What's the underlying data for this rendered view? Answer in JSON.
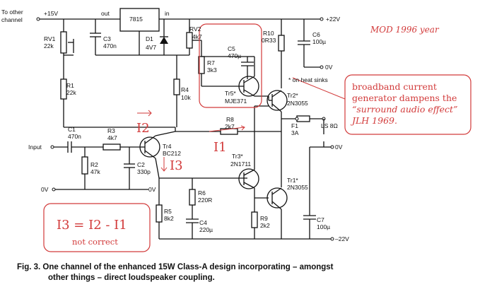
{
  "caption": {
    "line1": "Fig. 3. One channel of the enhanced 15W Class-A design incorporating  – amongst",
    "line2": "other things – direct loudspeaker coupling."
  },
  "annotations": {
    "mod": "MOD 1996 year",
    "note": [
      "broadband current",
      "generator dampens the",
      "“surround audio effect”",
      "JLH 1969."
    ],
    "i1": "I1",
    "i2": "I2",
    "i3": "I3",
    "formula": "I3 = I2 - I1",
    "not_correct": "not correct"
  },
  "schematic": {
    "rails": {
      "pos": "+22V",
      "neg": "–22V",
      "zero_top": "0V",
      "zero_out": "0V",
      "plus15": "+15V"
    },
    "to_other": [
      "To other",
      "channel"
    ],
    "regulator": {
      "name": "7815",
      "out": "out",
      "in": "in"
    },
    "input": "Input",
    "zero_in": "0V",
    "zero_mid": "0V",
    "heat_sink_note": "* on heat sinks",
    "speaker": "LS 8Ω",
    "fuse": [
      "F1",
      "3A"
    ],
    "components": [
      {
        "ref": "RV1",
        "val": "22k"
      },
      {
        "ref": "C3",
        "val": "470n"
      },
      {
        "ref": "D1",
        "val": "4V7"
      },
      {
        "ref": "RV2",
        "val": "4k7"
      },
      {
        "ref": "R10",
        "val": "0R33"
      },
      {
        "ref": "C6",
        "val": "100µ"
      },
      {
        "ref": "C5",
        "val": "470µ"
      },
      {
        "ref": "R7",
        "val": "3k3"
      },
      {
        "ref": "R4",
        "val": "10k"
      },
      {
        "ref": "R1",
        "val": "22k"
      },
      {
        "ref": "Tr5*",
        "val": "MJE371"
      },
      {
        "ref": "Tr2*",
        "val": "2N3055"
      },
      {
        "ref": "C1",
        "val": "470n"
      },
      {
        "ref": "R3",
        "val": "4k7"
      },
      {
        "ref": "Tr4",
        "val": "BC212"
      },
      {
        "ref": "R2",
        "val": "47k"
      },
      {
        "ref": "C2",
        "val": "330p"
      },
      {
        "ref": "R8",
        "val": "2k7"
      },
      {
        "ref": "Tr3*",
        "val": "2N1711"
      },
      {
        "ref": "R6",
        "val": "220R"
      },
      {
        "ref": "C4",
        "val": "220µ"
      },
      {
        "ref": "R5",
        "val": "8k2"
      },
      {
        "ref": "R9",
        "val": "2k2"
      },
      {
        "ref": "Tr1*",
        "val": "2N3055"
      },
      {
        "ref": "C7",
        "val": "100µ"
      }
    ]
  }
}
